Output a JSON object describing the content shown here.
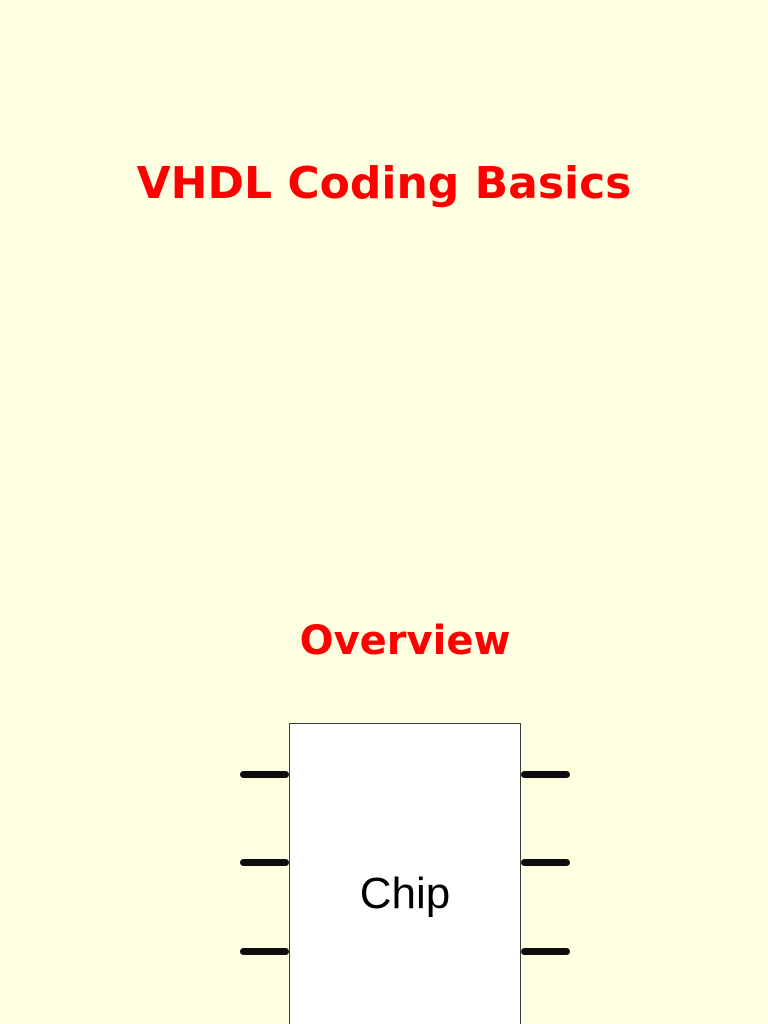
{
  "page": {
    "background": "#FFFFE1"
  },
  "title_slide": {
    "title": "VHDL Coding Basics",
    "title_color": "#FF0000"
  },
  "overview_slide": {
    "heading": "Overview",
    "heading_color": "#FF0000",
    "chip_diagram": {
      "chip_label": "Chip",
      "left_pin_count": 3,
      "right_pin_count": 3,
      "box_fill": "#FFFFFF",
      "box_border_color": "#3B3B3B",
      "pin_color": "#0D0D0D"
    }
  }
}
